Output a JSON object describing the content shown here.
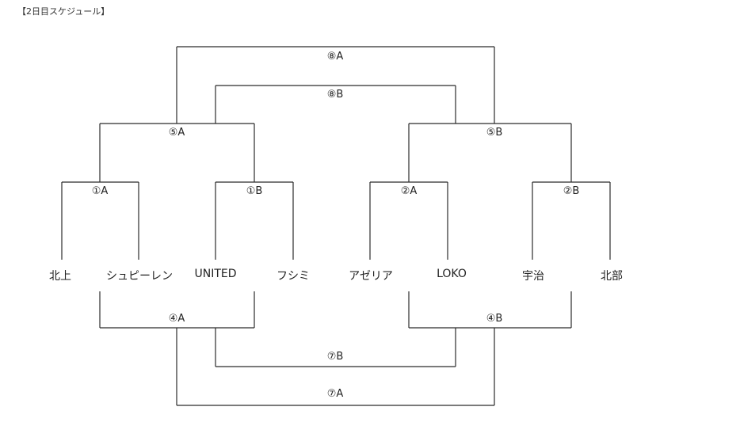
{
  "title": "【2日目スケジュール】",
  "teams": [
    "北上",
    "シュピーレン",
    "UNITED",
    "フシミ",
    "アゼリア",
    "LOKO",
    "宇治",
    "北部"
  ],
  "matches": {
    "m1a": "①A",
    "m1b": "①B",
    "m2a": "②A",
    "m2b": "②B",
    "m5a": "⑤A",
    "m5b": "⑤B",
    "m8a": "⑧A",
    "m8b": "⑧B",
    "m4a": "④A",
    "m4b": "④B",
    "m7a": "⑦A",
    "m7b": "⑦B"
  }
}
